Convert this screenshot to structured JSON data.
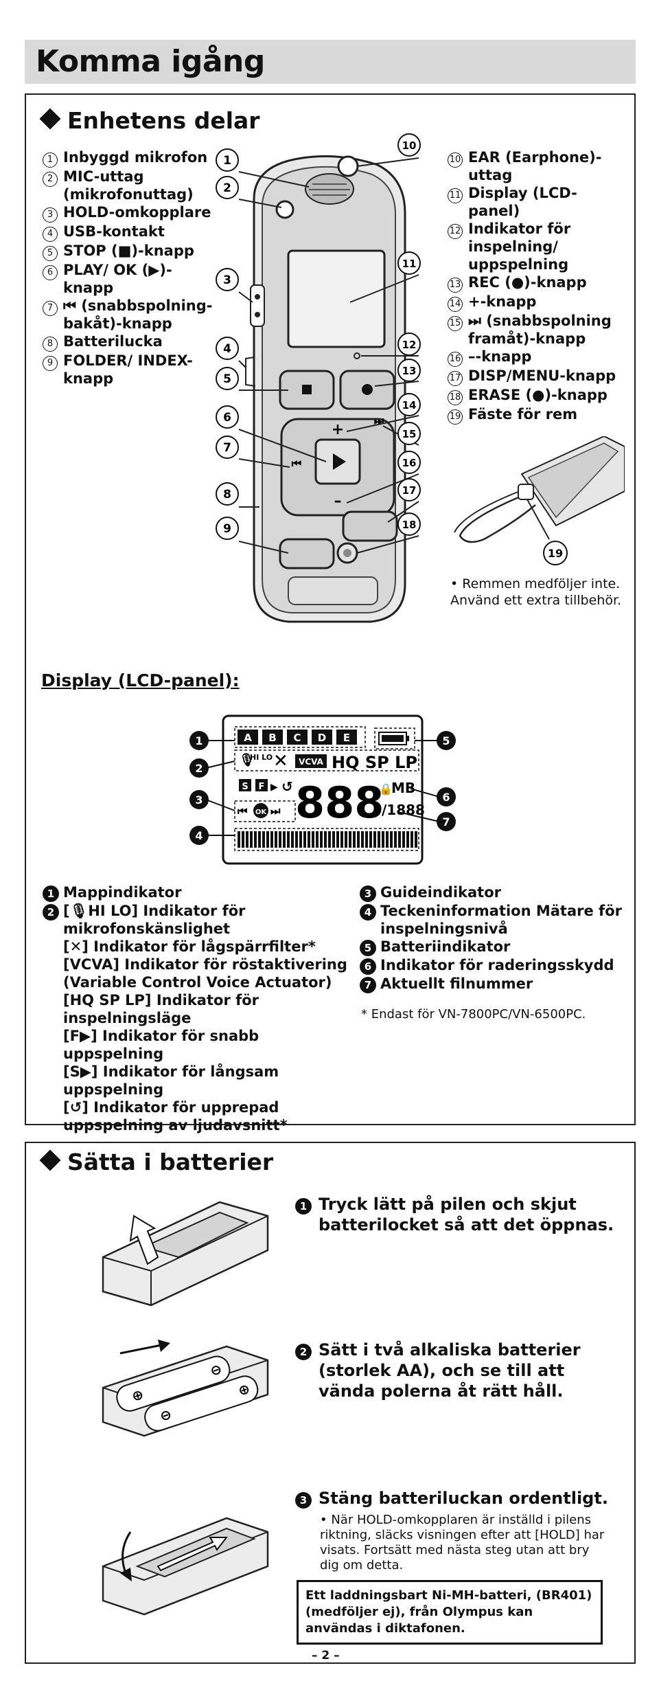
{
  "page": {
    "title": "Komma igång",
    "page_number": "– 2 –"
  },
  "parts_section": {
    "title": "Enhetens delar",
    "left_items": [
      {
        "n": "1",
        "text": "Inbyggd mikrofon"
      },
      {
        "n": "2",
        "text": "MIC-uttag (mikrofonuttag)"
      },
      {
        "n": "3",
        "text": "HOLD-omkopplare"
      },
      {
        "n": "4",
        "text": "USB-kontakt"
      },
      {
        "n": "5",
        "text": "STOP (■)-knapp"
      },
      {
        "n": "6",
        "text": "PLAY/ OK (▶)-knapp"
      },
      {
        "n": "7",
        "text": "⏮ (snabbspolning-bakåt)-knapp"
      },
      {
        "n": "8",
        "text": "Batterilucka"
      },
      {
        "n": "9",
        "text": "FOLDER/ INDEX-knapp"
      }
    ],
    "right_items": [
      {
        "n": "10",
        "text": "EAR (Earphone)-uttag"
      },
      {
        "n": "11",
        "text": "Display (LCD-panel)"
      },
      {
        "n": "12",
        "text": "Indikator för inspelning/ uppspelning"
      },
      {
        "n": "13",
        "text": "REC (●)-knapp"
      },
      {
        "n": "14",
        "text": "+-knapp"
      },
      {
        "n": "15",
        "text": "⏭ (snabbspolning framåt)-knapp"
      },
      {
        "n": "16",
        "text": "–-knapp"
      },
      {
        "n": "17",
        "text": "DISP/MENU-knapp"
      },
      {
        "n": "18",
        "text": "ERASE (●)-knapp"
      },
      {
        "n": "19",
        "text": "Fäste för rem"
      }
    ],
    "strap_note": "• Remmen medföljer inte. Använd ett extra tillbehör.",
    "callout_labels": [
      "1",
      "2",
      "3",
      "4",
      "5",
      "6",
      "7",
      "8",
      "9",
      "10",
      "11",
      "12",
      "13",
      "14",
      "15",
      "16",
      "17",
      "18",
      "19"
    ]
  },
  "display_section": {
    "title": "Display (LCD-panel):",
    "lcd": {
      "folders": [
        "A",
        "B",
        "C",
        "D",
        "E"
      ],
      "mic_sense": "HI LO",
      "vcva": "VCVA",
      "modes": "HQ SP LP",
      "digits": "888",
      "mb": "MB",
      "file_no": "/1888",
      "ok": "OK"
    },
    "left_items": [
      {
        "n": "1",
        "text": "Mappindikator"
      },
      {
        "n": "2",
        "text": "[🎙HI LO] Indikator för mikrofonskänslighet"
      },
      {
        "n": "",
        "text": "[✕] Indikator för lågspärrfilter*"
      },
      {
        "n": "",
        "text": "[VCVA] Indikator för röstaktivering (Variable Control Voice Actuator)"
      },
      {
        "n": "",
        "text": "[HQ SP LP] Indikator för inspelningsläge"
      },
      {
        "n": "",
        "text": "[F▶] Indikator för snabb uppspelning"
      },
      {
        "n": "",
        "text": "[S▶] Indikator för långsam uppspelning"
      },
      {
        "n": "",
        "text": "[↺] Indikator för upprepad uppspelning av ljudavsnitt*"
      }
    ],
    "right_items": [
      {
        "n": "3",
        "text": "Guideindikator"
      },
      {
        "n": "4",
        "text": "Teckeninformation Mätare för inspelningsnivå"
      },
      {
        "n": "5",
        "text": "Batteriindikator"
      },
      {
        "n": "6",
        "text": "Indikator för raderingsskydd"
      },
      {
        "n": "7",
        "text": "Aktuellt filnummer"
      }
    ],
    "footnote": "* Endast för VN-7800PC/VN-6500PC."
  },
  "battery_section": {
    "title": "Sätta i batterier",
    "steps": [
      {
        "n": "1",
        "text": "Tryck lätt på pilen och skjut batterilocket så att det öppnas."
      },
      {
        "n": "2",
        "text": "Sätt i två alkaliska batterier (storlek AA), och se till att vända polerna åt rätt håll."
      },
      {
        "n": "3",
        "text": "Stäng batteriluckan ordentligt."
      }
    ],
    "step3_bullet": "• När HOLD-omkopplaren är inställd i pilens riktning, släcks visningen efter att [HOLD] har visats. Fortsätt med nästa steg utan att bry dig om detta.",
    "info_box": "Ett laddningsbart Ni-MH-batteri, (BR401) (medföljer ej), från Olympus kan användas i diktafonen."
  }
}
